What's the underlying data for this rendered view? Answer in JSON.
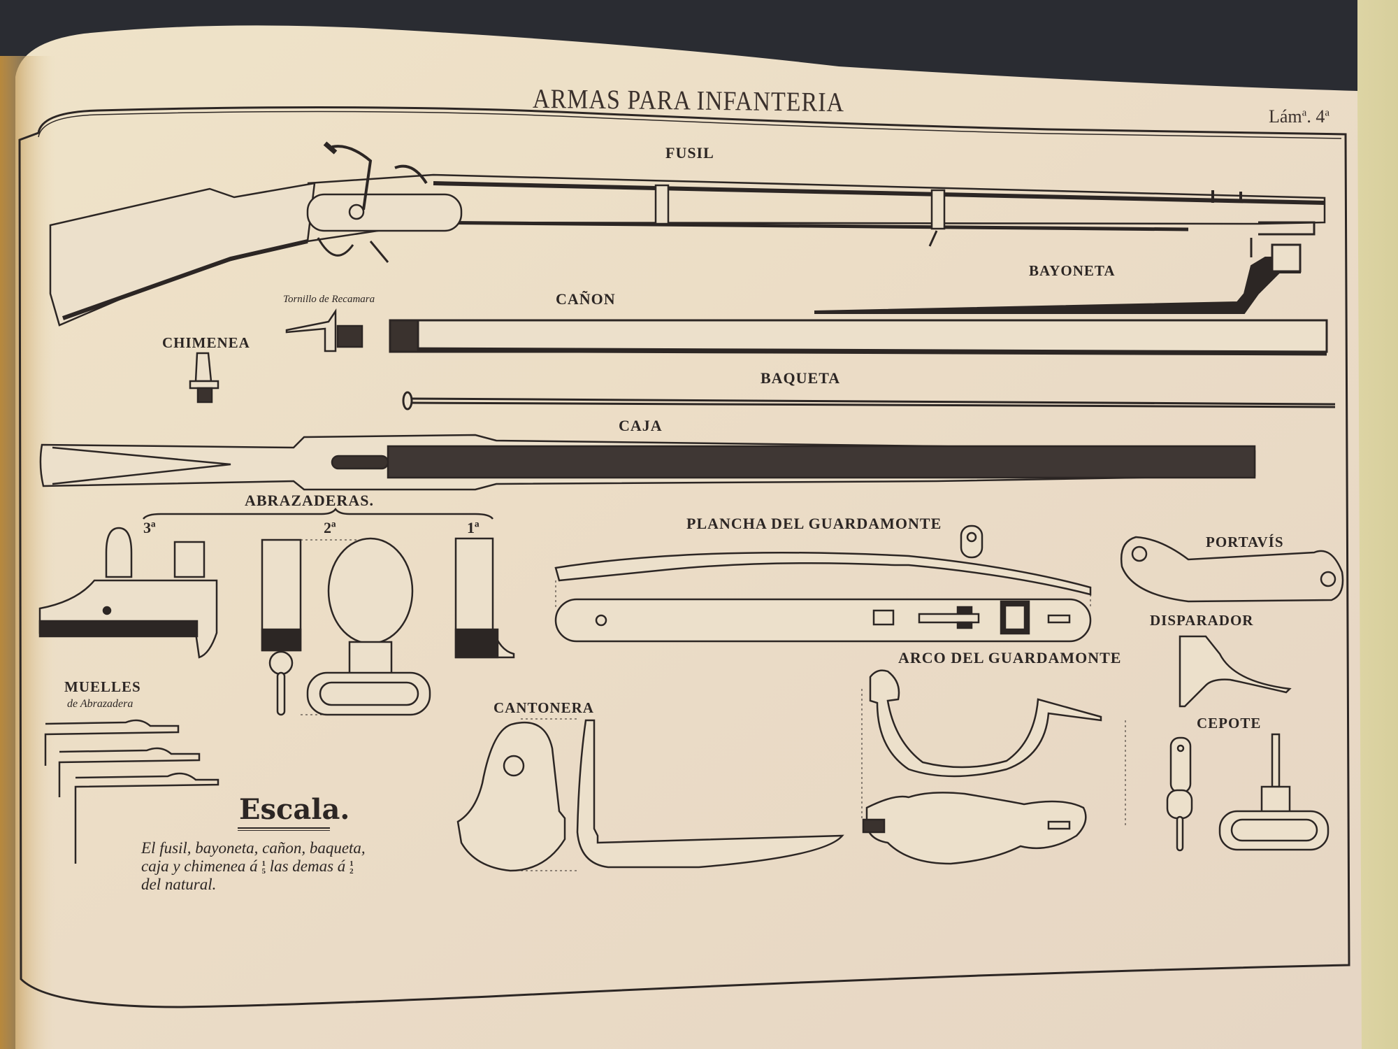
{
  "plate": {
    "title": "ARMAS PARA INFANTERIA",
    "plate_number": "Lámª 4ª",
    "plate_number_main": "Lám",
    "plate_number_sup1": "a",
    "plate_number_num": "4",
    "plate_number_sup2": "a"
  },
  "labels": {
    "fusil": "FUSIL",
    "bayoneta": "BAYONETA",
    "canon": "CAÑON",
    "tornillo": "Tornillo de Recamara",
    "chimenea": "CHIMENEA",
    "baqueta": "BAQUETA",
    "caja": "CAJA",
    "abrazaderas": "ABRAZADERAS.",
    "abrazadera_3": "3ª",
    "abrazadera_2": "2ª",
    "abrazadera_1": "1ª",
    "muelles": "MUELLES",
    "muelles_sub": "de Abrazadera",
    "plancha": "PLANCHA DEL GUARDAMONTE",
    "portavis": "PORTAVÍS",
    "disparador": "DISPARADOR",
    "arco": "ARCO DEL GUARDAMONTE",
    "cantonera": "CANTONERA",
    "cepote": "CEPOTE"
  },
  "scale_note": {
    "heading": "Escala.",
    "line1": "El fusil, bayoneta, cañon, baqueta,",
    "line2a": "caja y chimenea á",
    "frac1_num": "1",
    "frac1_den": "5",
    "line2b": "las demas á",
    "frac2_num": "1",
    "frac2_den": "2",
    "line3": "del natural."
  },
  "colors": {
    "paper": "#ecdfc6",
    "ink": "#2c2624",
    "background": "#2a2c32"
  }
}
